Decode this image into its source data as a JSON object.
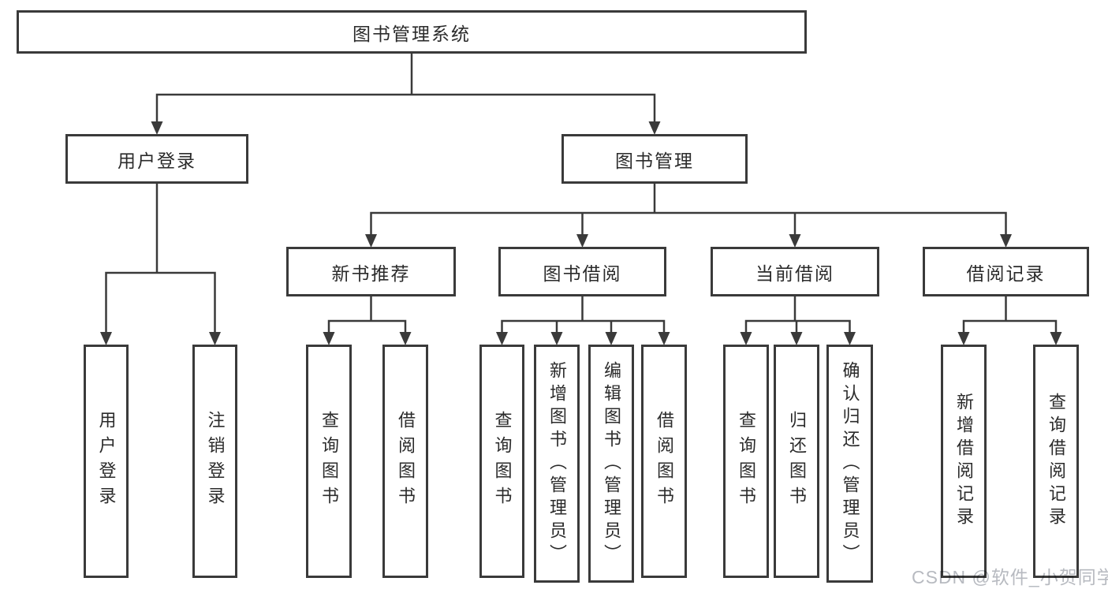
{
  "diagram": {
    "type": "tree",
    "title": "图书管理系统",
    "nodes": [
      {
        "id": "root",
        "label": "图书管理系统",
        "children": [
          "user_login",
          "book_mgmt"
        ]
      },
      {
        "id": "user_login",
        "label": "用户登录",
        "children": [
          "leaf_user_login",
          "leaf_logout"
        ]
      },
      {
        "id": "book_mgmt",
        "label": "图书管理",
        "children": [
          "new_books",
          "book_borrow",
          "current_borrow",
          "borrow_records"
        ]
      },
      {
        "id": "new_books",
        "label": "新书推荐",
        "children": [
          "leaf_nb_query",
          "leaf_nb_borrow"
        ]
      },
      {
        "id": "book_borrow",
        "label": "图书借阅",
        "children": [
          "leaf_bb_query",
          "leaf_bb_add",
          "leaf_bb_edit",
          "leaf_bb_borrow"
        ]
      },
      {
        "id": "current_borrow",
        "label": "当前借阅",
        "children": [
          "leaf_cb_query",
          "leaf_cb_return",
          "leaf_cb_confirm"
        ]
      },
      {
        "id": "borrow_records",
        "label": "借阅记录",
        "children": [
          "leaf_br_add",
          "leaf_br_query"
        ]
      },
      {
        "id": "leaf_user_login",
        "label": "用户登录",
        "children": []
      },
      {
        "id": "leaf_logout",
        "label": "注销登录",
        "children": []
      },
      {
        "id": "leaf_nb_query",
        "label": "查询图书",
        "children": []
      },
      {
        "id": "leaf_nb_borrow",
        "label": "借阅图书",
        "children": []
      },
      {
        "id": "leaf_bb_query",
        "label": "查询图书",
        "children": []
      },
      {
        "id": "leaf_bb_add",
        "label": "新增图书（管理员）",
        "children": []
      },
      {
        "id": "leaf_bb_edit",
        "label": "编辑图书（管理员）",
        "children": []
      },
      {
        "id": "leaf_bb_borrow",
        "label": "借阅图书",
        "children": []
      },
      {
        "id": "leaf_cb_query",
        "label": "查询图书",
        "children": []
      },
      {
        "id": "leaf_cb_return",
        "label": "归还图书",
        "children": []
      },
      {
        "id": "leaf_cb_confirm",
        "label": "确认归还（管理员）",
        "children": []
      },
      {
        "id": "leaf_br_add",
        "label": "新增借阅记录",
        "children": []
      },
      {
        "id": "leaf_br_query",
        "label": "查询借阅记录",
        "children": []
      }
    ]
  },
  "watermark": {
    "text": "CSDN @软件_小贺同学"
  },
  "colors": {
    "line": "#3a3a3a",
    "box_border": "#3a3a3a",
    "text": "#2b2b2b",
    "background": "#ffffff",
    "watermark": "#b7bac0"
  }
}
